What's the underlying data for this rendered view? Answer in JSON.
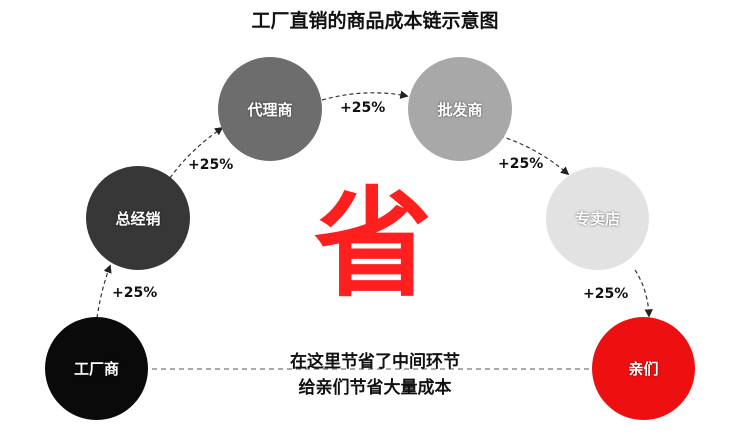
{
  "title": "工厂直销的商品成本链示意图",
  "nodes": [
    {
      "id": "factory",
      "label": "工厂商",
      "color": "#0a0a0a"
    },
    {
      "id": "general",
      "label": "总经销",
      "color": "#373737"
    },
    {
      "id": "agent",
      "label": "代理商",
      "color": "#6d6d6d"
    },
    {
      "id": "wholesale",
      "label": "批发商",
      "color": "#a8a8a8"
    },
    {
      "id": "store",
      "label": "专卖店",
      "color": "#e2e2e2"
    },
    {
      "id": "customer",
      "label": "亲们",
      "color": "#ee1010"
    }
  ],
  "markups": [
    "+25%",
    "+25%",
    "+25%",
    "+25%",
    "+25%"
  ],
  "center_word": "省",
  "note_line1": "在这里节省了中间环节",
  "note_line2": "给亲们节省大量成本"
}
